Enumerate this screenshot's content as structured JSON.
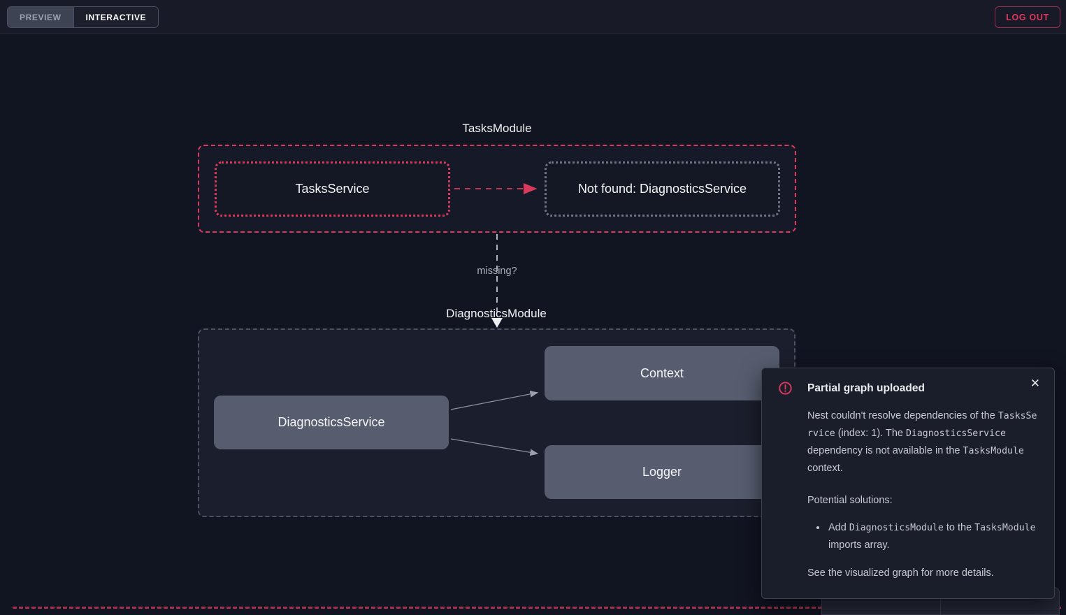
{
  "header": {
    "tabs": [
      {
        "label": "PREVIEW",
        "active": false
      },
      {
        "label": "INTERACTIVE",
        "active": true
      }
    ],
    "logout_label": "LOG OUT"
  },
  "graph": {
    "tasks_module": {
      "title": "TasksModule",
      "nodes": {
        "tasks_service": "TasksService",
        "not_found": "Not found: DiagnosticsService"
      }
    },
    "edge_label": "missing?",
    "diagnostics_module": {
      "title": "DiagnosticsModule",
      "nodes": {
        "service": "DiagnosticsService",
        "context": "Context",
        "logger": "Logger"
      }
    }
  },
  "notification": {
    "title": "Partial graph uploaded",
    "close_glyph": "✕",
    "message_parts": [
      {
        "text": "Nest couldn't resolve dependencies of the "
      },
      {
        "code": "TasksService"
      },
      {
        "text": " (index: 1). The "
      },
      {
        "code": "DiagnosticsService"
      },
      {
        "text": " dependency is not available in the "
      },
      {
        "code": "TasksModule"
      },
      {
        "text": " context."
      }
    ],
    "solutions_heading": "Potential solutions:",
    "solutions": [
      [
        {
          "text": "Add "
        },
        {
          "code": "DiagnosticsModule"
        },
        {
          "text": " to the "
        },
        {
          "code": "TasksModule"
        },
        {
          "text": " imports array."
        }
      ]
    ],
    "footer": "See the visualized graph for more details."
  },
  "icons": {
    "alert_icon": "error-exclamation-circle",
    "close_icon": "x-mark"
  },
  "colors": {
    "accent_red": "#e0375c",
    "edge_red": "#d93a5c",
    "edge_gray": "#9aa0ad",
    "edge_white": "#d9dbe2",
    "node_solid_bg": "#575d6f",
    "module_gray_border": "#4c5263",
    "page_bg": "#111421",
    "panel_bg": "#1a1d2a"
  }
}
